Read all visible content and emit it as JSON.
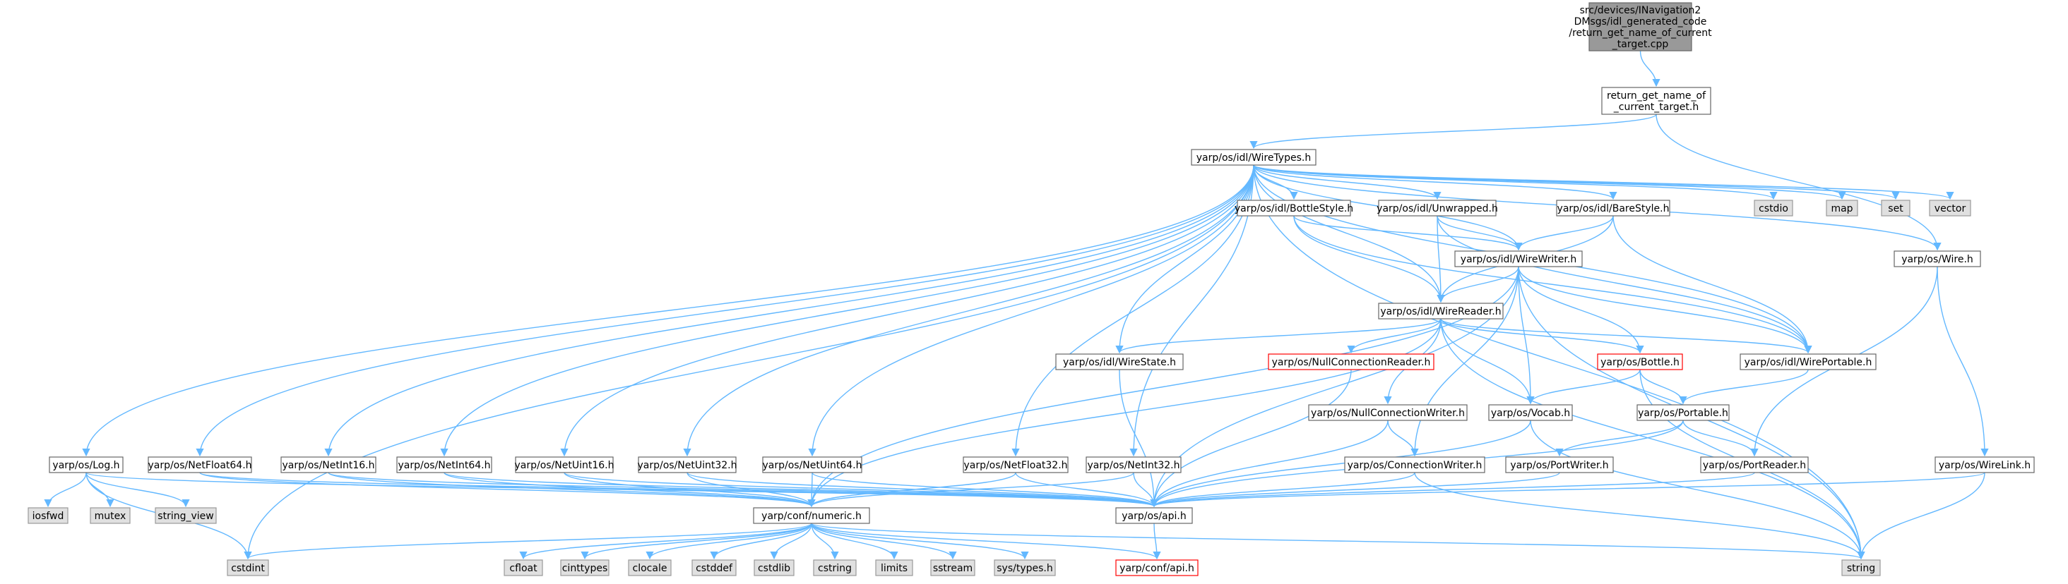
{
  "diagram": {
    "root": [
      "src/devices/INavigation2",
      "DMsgs/idl_generated_code",
      "/return_get_name_of_current",
      "_target.cpp"
    ],
    "return_get_name": [
      "return_get_name_of",
      "_current_target.h"
    ],
    "wiretypes": "yarp/os/idl/WireTypes.h",
    "cstdio": "cstdio",
    "map": "map",
    "set": "set",
    "vector": "vector",
    "bottlestyle": "yarp/os/idl/BottleStyle.h",
    "unwrapped": "yarp/os/idl/Unwrapped.h",
    "barestyle": "yarp/os/idl/BareStyle.h",
    "wire": "yarp/os/Wire.h",
    "wirewriter": "yarp/os/idl/WireWriter.h",
    "wirereader": "yarp/os/idl/WireReader.h",
    "wirestate": "yarp/os/idl/WireState.h",
    "nullconnreader": "yarp/os/NullConnectionReader.h",
    "bottle": "yarp/os/Bottle.h",
    "wireportable": "yarp/os/idl/WirePortable.h",
    "nullconnwriter": "yarp/os/NullConnectionWriter.h",
    "vocab": "yarp/os/Vocab.h",
    "portable": "yarp/os/Portable.h",
    "log": "yarp/os/Log.h",
    "netfloat64": "yarp/os/NetFloat64.h",
    "netint16": "yarp/os/NetInt16.h",
    "netint64": "yarp/os/NetInt64.h",
    "netuint16": "yarp/os/NetUint16.h",
    "netuint32": "yarp/os/NetUint32.h",
    "netuint64": "yarp/os/NetUint64.h",
    "netfloat32": "yarp/os/NetFloat32.h",
    "netint32": "yarp/os/NetInt32.h",
    "connwriter": "yarp/os/ConnectionWriter.h",
    "portwriter": "yarp/os/PortWriter.h",
    "portreader": "yarp/os/PortReader.h",
    "wirelink": "yarp/os/WireLink.h",
    "iosfwd": "iosfwd",
    "mutex": "mutex",
    "string_view": "string_view",
    "numeric": "yarp/conf/numeric.h",
    "api": "yarp/os/api.h",
    "cstdint": "cstdint",
    "cfloat": "cfloat",
    "cinttypes": "cinttypes",
    "clocale": "clocale",
    "cstddef": "cstddef",
    "cstdlib": "cstdlib",
    "cstring": "cstring",
    "limits": "limits",
    "sstream": "sstream",
    "systypes": "sys/types.h",
    "confapi": "yarp/conf/api.h",
    "string": "string"
  }
}
